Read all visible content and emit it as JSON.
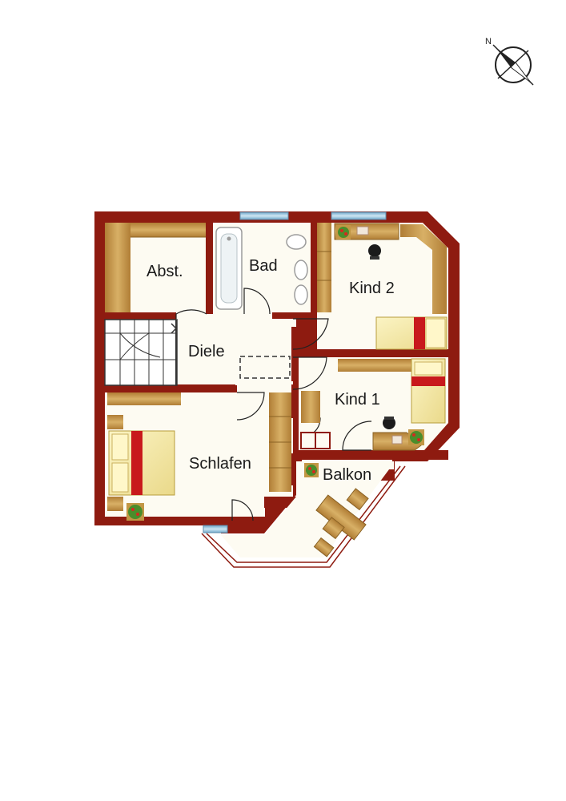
{
  "compass": {
    "north_label": "N",
    "icon": "compass-icon"
  },
  "rooms": {
    "abst": "Abst.",
    "bad": "Bad",
    "kind2": "Kind 2",
    "diele": "Diele",
    "kind1": "Kind 1",
    "schlafen": "Schlafen",
    "balkon": "Balkon"
  },
  "colors": {
    "wall": "#8e1b10",
    "floor": "#fdfbf2",
    "wood": "#c29745",
    "bed_cover": "#f6eaa4",
    "bed_stripe": "#c8191c",
    "window": "#9cc6de"
  }
}
